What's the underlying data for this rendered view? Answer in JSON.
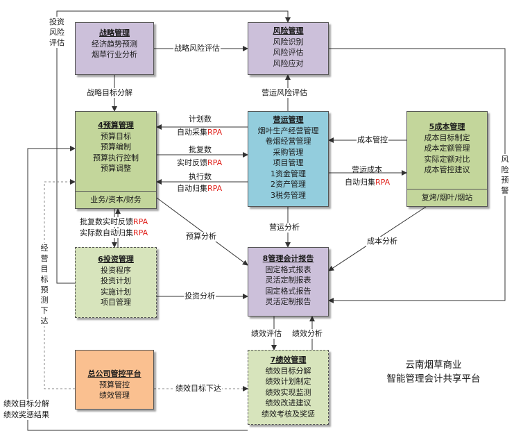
{
  "boxes": {
    "strategy": {
      "title": "战略管理",
      "items": [
        "经济趋势预测",
        "烟草行业分析"
      ]
    },
    "risk": {
      "title": "风险管理",
      "items": [
        "风险识别",
        "风险评估",
        "风险应对"
      ]
    },
    "budget": {
      "title": "4预算管理",
      "items": [
        "预算目标",
        "预算编制",
        "预算执行控制",
        "预算调整"
      ],
      "footer": "业务/资本/财务"
    },
    "operation": {
      "title": "营运管理",
      "items": [
        "烟叶生产经营管理",
        "卷烟经营管理",
        "采购管理",
        "项目管理",
        "1资金管理",
        "2资产管理",
        "3税务管理"
      ]
    },
    "cost": {
      "title": "5成本管理",
      "items": [
        "成本目标制定",
        "成本定额管理",
        "实际定额对比",
        "成本管控建议"
      ],
      "footer": "复烤/烟叶/烟站"
    },
    "investment": {
      "title": "6投资管理",
      "items": [
        "投资程序",
        "投资计划",
        "实施计划",
        "项目管理"
      ]
    },
    "report": {
      "title": "8管理会计报告",
      "items": [
        "固定格式报表",
        "灵活定制报表",
        "固定格式报告",
        "灵活定制报告"
      ]
    },
    "hq": {
      "title": "总公司管控平台",
      "items": [
        "预算管控",
        "绩效管理"
      ]
    },
    "performance": {
      "title": "7绩效管理",
      "items": [
        "绩效目标分解",
        "绩效计划制定",
        "绩效实现监测",
        "绩效改进建议",
        "绩效考核及奖惩"
      ]
    }
  },
  "labels": {
    "strategic_risk_eval": "战略风险评估",
    "strategic_goal_decomp": "战略目标分解",
    "operating_risk_eval": "营运风险评估",
    "plan_auto_collect_1": "计划数",
    "plan_auto_collect_2": "自动采集",
    "approved_realtime_1": "批复数",
    "approved_realtime_2": "实时反馈",
    "exec_auto_collect_1": "执行数",
    "exec_auto_collect_2": "自动归集",
    "rpa": "RPA",
    "cost_control": "成本管控",
    "operating_cost_1": "营运成本",
    "operating_cost_2": "自动归集",
    "approved_actual_1": "批复数实时反馈",
    "approved_actual_2": "实际数自动归集",
    "budget_analysis": "预算分析",
    "operating_analysis": "营运分析",
    "cost_analysis": "成本分析",
    "investment_analysis": "投资分析",
    "perf_evaluation": "绩效评估",
    "perf_analysis": "绩效分析",
    "perf_goal_down": "绩效目标下达",
    "invest_risk_eval": [
      "投资",
      "风险",
      "评估"
    ],
    "risk_warning": [
      "风",
      "险",
      "预",
      "警"
    ],
    "operating_goal_forecast": [
      "经",
      "营",
      "目",
      "标",
      "预",
      "测",
      "下",
      "达"
    ],
    "perf_goal_decomp_result_1": "绩效目标分解",
    "perf_goal_decomp_result_2": "绩效奖惩结果"
  },
  "brand": {
    "line1": "云南烟草商业",
    "line2": "智能管理会计共享平台"
  },
  "colors": {
    "strategy": "#ccc0da",
    "operation": "#93cddd",
    "budget": "#c3d69b",
    "investment": "#d7e4bc",
    "hq": "#fac090",
    "rpa": "#e0201a"
  }
}
